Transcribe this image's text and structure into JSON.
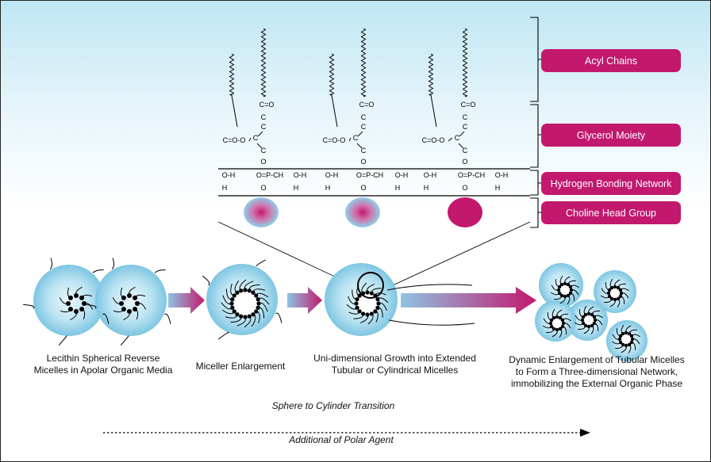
{
  "labels": {
    "acyl_chains": "Acyl Chains",
    "glycerol_moiety": "Glycerol Moiety",
    "hydrogen_bonding_network": "Hydrogen Bonding Network",
    "choline_head_group": "Choline Head Group"
  },
  "captions": {
    "stage1": [
      "Lecithin Spherical Reverse",
      "Micelles in Apolar Organic Media"
    ],
    "stage2": [
      "Miceller Enlargement"
    ],
    "stage3": [
      "Uni-dimensional Growth into Extended",
      "Tubular or Cylindrical Micelles"
    ],
    "stage4": [
      "Dynamic Enlargement of Tubular Micelles",
      "to Form a Three-dimensional Network,",
      "immobilizing the External Organic Phase"
    ],
    "transition": "Sphere to Cylinder Transition",
    "axis": "Additional of Polar Agent"
  },
  "chem": {
    "ester": "C=O-O",
    "carbonyl": "C=O",
    "carbon": "C",
    "oxygen": "O",
    "phosphate": "O=P-CH",
    "oh": "O-H",
    "hydrogen": "H"
  },
  "colors": {
    "magenta": "#c2186e",
    "micelle_blue": "#8fd0e8",
    "arrow_start": "#7fb8dc",
    "arrow_end": "#c2186e"
  }
}
